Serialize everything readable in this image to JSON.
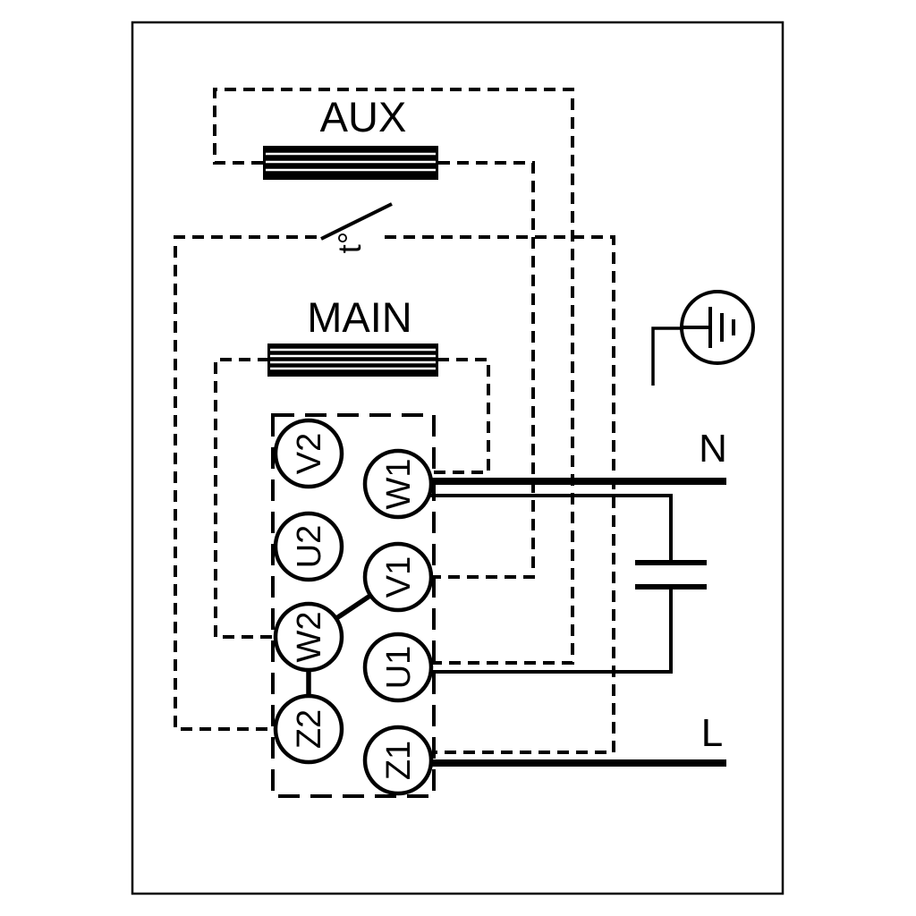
{
  "diagram": {
    "aux_winding": {
      "label": "AUX"
    },
    "main_winding": {
      "label": "MAIN"
    },
    "thermal_switch": {
      "label": "t°"
    },
    "terminal_block": {
      "left_column": [
        "V2",
        "U2",
        "W2",
        "Z2"
      ],
      "right_column": [
        "W1",
        "V1",
        "U1",
        "Z1"
      ]
    },
    "supply": {
      "neutral": "N",
      "line": "L"
    },
    "colors": {
      "wire": "#000000",
      "background": "#ffffff"
    }
  }
}
